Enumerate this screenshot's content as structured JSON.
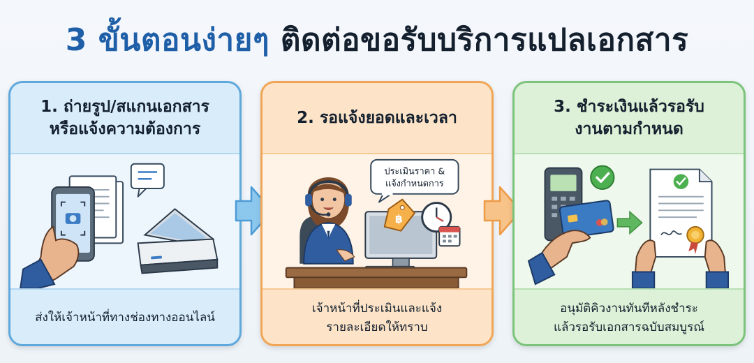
{
  "title": {
    "part1": "3 ขั้นตอนง่ายๆ",
    "part2": "ติดต่อขอรับบริการแปลเอกสาร"
  },
  "steps": [
    {
      "title_line1": "1. ถ่ายรูป/สแกนเอกสาร",
      "title_line2": "หรือแจ้งความต้องการ",
      "caption_line1": "ส่งให้เจ้าหน้าที่ทางช่องทางออนไลน์",
      "caption_line2": ""
    },
    {
      "title_line1": "2. รอแจ้งยอดและเวลา",
      "title_line2": "",
      "bubble_line1": "ประเมินราคา &",
      "bubble_line2": "แจ้งกำหนดการ",
      "price_symbol": "฿",
      "caption_line1": "เจ้าหน้าที่ประเมินและแจ้ง",
      "caption_line2": "รายละเอียดให้ทราบ"
    },
    {
      "title_line1": "3. ชำระเงินแล้วรอรับ",
      "title_line2": "งานตามกำหนด",
      "caption_line1": "อนุมัติคิวงานทันทีหลังชำระ",
      "caption_line2": "แล้วรอรับเอกสารฉบับสมบูรณ์"
    }
  ],
  "colors": {
    "title_accent": "#1f5fa8",
    "step1": "#5fa8dc",
    "step2": "#f0a656",
    "step3": "#7cc37c"
  }
}
